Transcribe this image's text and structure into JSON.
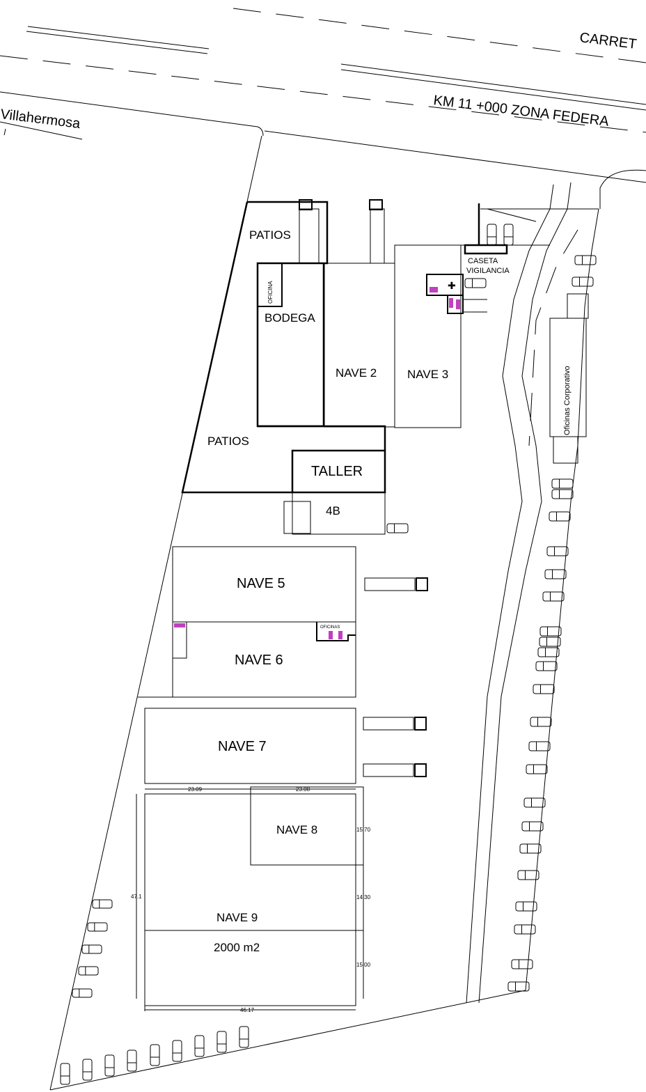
{
  "road": {
    "carretera": "CARRET",
    "zona_federal": "KM 11 +000 ZONA FEDERA",
    "city": "Villahermosa"
  },
  "areas": {
    "patios_top": "PATIOS",
    "oficina": "OFICINA",
    "bodega": "BODEGA",
    "nave2": "NAVE 2",
    "nave3": "NAVE 3",
    "caseta_1": "CASETA",
    "caseta_2": "VIGILANCIA",
    "oficinas_corporativo": "Oficinas Corporativo",
    "patios_bottom": "PATIOS",
    "taller": "TALLER",
    "b4": "4B",
    "nave5": "NAVE 5",
    "nave6": "NAVE 6",
    "oficinas_small": "OFICINAS",
    "nave7": "NAVE 7",
    "nave8": "NAVE 8",
    "nave9": "NAVE 9",
    "nave9_area": "2000 m2"
  },
  "dimensions": {
    "top_left": "23.09",
    "top_right": "23.08",
    "right_1": "15.70",
    "right_2": "14.30",
    "right_3": "15.00",
    "left": "47.1",
    "bottom": "46.17"
  }
}
